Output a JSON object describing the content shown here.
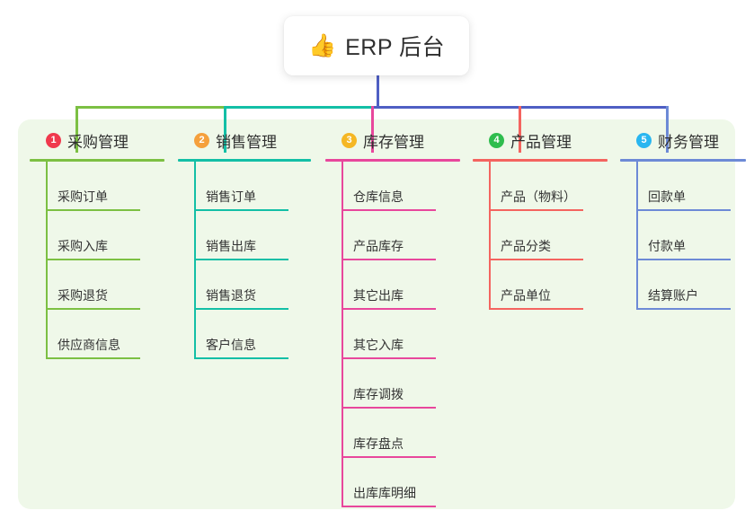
{
  "root": {
    "icon": "thumbs-up-icon",
    "emoji": "👍",
    "title": "ERP 后台"
  },
  "palette": {
    "panel_bg": "#eff8e9",
    "page_bg": "#ffffff",
    "root_stem": "#4f5fc4",
    "bus_seg_1": "#7cc043",
    "bus_seg_2": "#13bfa6",
    "bus_seg_3": "#4f5fc4"
  },
  "columns": [
    {
      "index": "1",
      "title": "采购管理",
      "badge_color": "#f0394d",
      "line_color": "#7cc043",
      "drop_color": "#7cc043",
      "items": [
        "采购订单",
        "采购入库",
        "采购退货",
        "供应商信息"
      ]
    },
    {
      "index": "2",
      "title": "销售管理",
      "badge_color": "#f5a03c",
      "line_color": "#13bfa6",
      "drop_color": "#13bfa6",
      "items": [
        "销售订单",
        "销售出库",
        "销售退货",
        "客户信息"
      ]
    },
    {
      "index": "3",
      "title": "库存管理",
      "badge_color": "#f5b724",
      "line_color": "#e8479c",
      "drop_color": "#e8479c",
      "items": [
        "仓库信息",
        "产品库存",
        "其它出库",
        "其它入库",
        "库存调拨",
        "库存盘点",
        "出库库明细"
      ]
    },
    {
      "index": "4",
      "title": "产品管理",
      "badge_color": "#2fbd4e",
      "line_color": "#f4645f",
      "drop_color": "#f4645f",
      "items": [
        "产品（物料）",
        "产品分类",
        "产品单位"
      ]
    },
    {
      "index": "5",
      "title": "财务管理",
      "badge_color": "#29b6f0",
      "line_color": "#6d8ad6",
      "drop_color": "#6d8ad6",
      "items": [
        "回款单",
        "付款单",
        "结算账户"
      ]
    }
  ]
}
